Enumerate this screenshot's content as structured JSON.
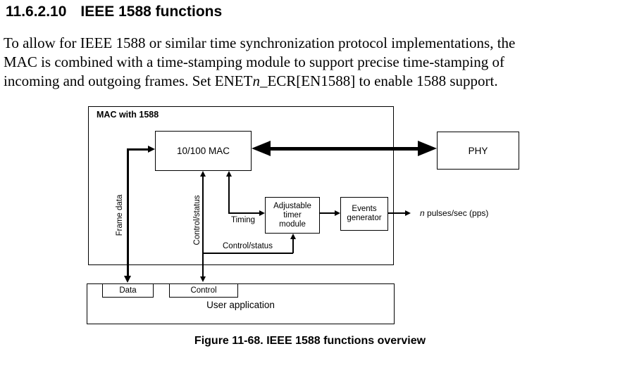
{
  "heading": {
    "number": "11.6.2.10",
    "title": "IEEE 1588 functions"
  },
  "paragraph": {
    "line1": "To allow for IEEE 1588 or similar time synchronization protocol implementations, the",
    "line2": "MAC is combined with a time-stamping module to support precise time-stamping of",
    "line3_pre": "incoming and outgoing frames. Set ENET",
    "line3_italic": "n",
    "line3_post": "_ECR[EN1588] to enable 1588 support."
  },
  "diagram": {
    "outer_label": "MAC with 1588",
    "blocks": {
      "mac": "10/100 MAC",
      "phy": "PHY",
      "timer_line1": "Adjustable",
      "timer_line2": "timer",
      "timer_line3": "module",
      "events_line1": "Events",
      "events_line2": "generator",
      "user_app": "User application",
      "data": "Data",
      "control": "Control"
    },
    "labels": {
      "frame_data": "Frame data",
      "control_status_vertical": "Control/status",
      "timing": "Timing",
      "control_status_branch": "Control/status",
      "pps_italic": "n",
      "pps_text": " pulses/sec (pps)"
    }
  },
  "caption": "Figure 11-68. IEEE 1588 functions overview",
  "colors": {
    "ink": "#000000",
    "background": "#ffffff"
  }
}
